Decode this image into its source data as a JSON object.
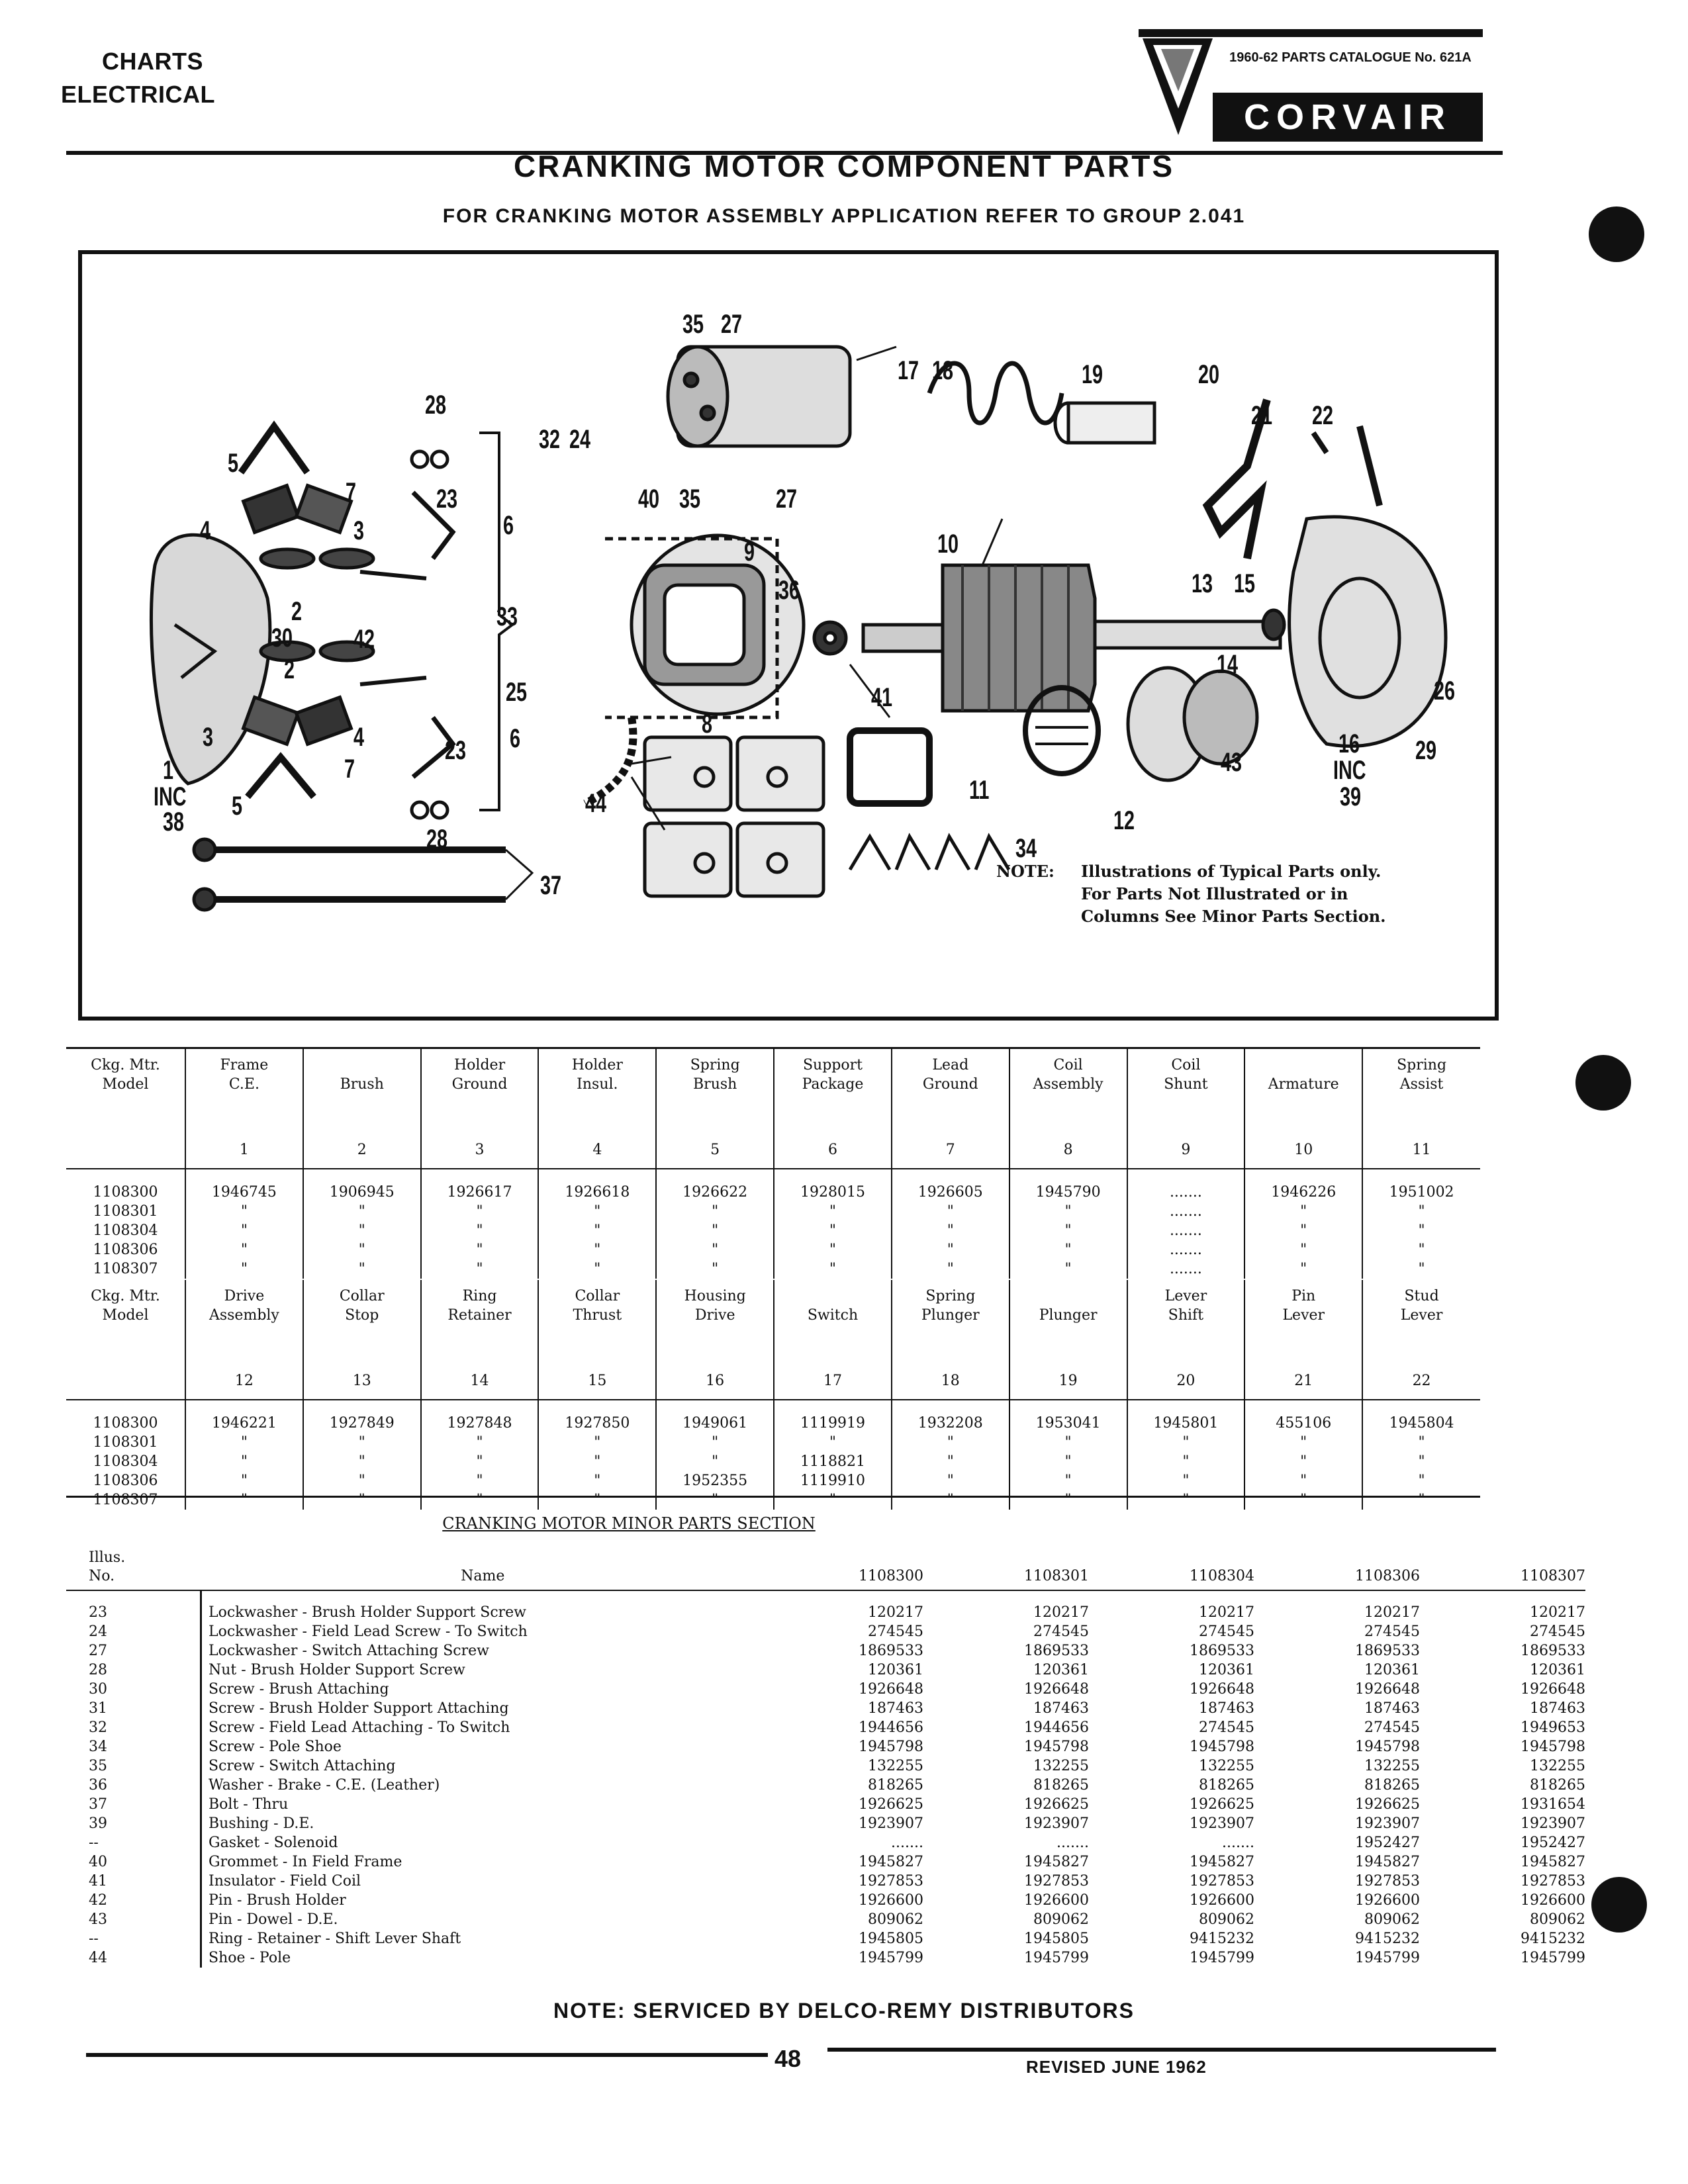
{
  "header": {
    "section_line1": "CHARTS",
    "section_line2": "ELECTRICAL",
    "catalogue": "1960-62 PARTS CATALOGUE No. 621A",
    "brand": "CORVAIR"
  },
  "title": "CRANKING MOTOR COMPONENT PARTS",
  "subtitle": "FOR CRANKING MOTOR ASSEMBLY APPLICATION REFER TO GROUP 2.041",
  "figure": {
    "callouts": [
      "35",
      "27",
      "17",
      "18",
      "19",
      "20",
      "21",
      "22",
      "28",
      "32",
      "24",
      "40",
      "35",
      "27",
      "5",
      "7",
      "23",
      "6",
      "9",
      "4",
      "3",
      "10",
      "36",
      "13",
      "15",
      "2",
      "30",
      "42",
      "33",
      "25",
      "14",
      "2",
      "3",
      "4",
      "8",
      "41",
      "6",
      "7",
      "23",
      "11",
      "26",
      "1",
      "INC",
      "38",
      "5",
      "28",
      "44",
      "12",
      "43",
      "16",
      "INC",
      "39",
      "29",
      "34",
      "37"
    ],
    "note_label": "NOTE:",
    "note_lines": [
      "Illustrations of Typical Parts only.",
      "For Parts Not Illustrated or in",
      "Columns See Minor Parts Section."
    ]
  },
  "table1": {
    "model_header": [
      "Ckg. Mtr.",
      "Model"
    ],
    "columns": [
      {
        "name": [
          "Frame",
          "C.E."
        ],
        "num": "1"
      },
      {
        "name": [
          "",
          "Brush"
        ],
        "num": "2"
      },
      {
        "name": [
          "Holder",
          "Ground"
        ],
        "num": "3"
      },
      {
        "name": [
          "Holder",
          "Insul."
        ],
        "num": "4"
      },
      {
        "name": [
          "Spring",
          "Brush"
        ],
        "num": "5"
      },
      {
        "name": [
          "Support",
          "Package"
        ],
        "num": "6"
      },
      {
        "name": [
          "Lead",
          "Ground"
        ],
        "num": "7"
      },
      {
        "name": [
          "Coil",
          "Assembly"
        ],
        "num": "8"
      },
      {
        "name": [
          "Coil",
          "Shunt"
        ],
        "num": "9"
      },
      {
        "name": [
          "",
          "Armature"
        ],
        "num": "10"
      },
      {
        "name": [
          "Spring",
          "Assist"
        ],
        "num": "11"
      }
    ],
    "rows": [
      [
        "1108300",
        "1946745",
        "1906945",
        "1926617",
        "1926618",
        "1926622",
        "1928015",
        "1926605",
        "1945790",
        ".......",
        "1946226",
        "1951002"
      ],
      [
        "1108301",
        "\"",
        "\"",
        "\"",
        "\"",
        "\"",
        "\"",
        "\"",
        "\"",
        ".......",
        "\"",
        "\""
      ],
      [
        "1108304",
        "\"",
        "\"",
        "\"",
        "\"",
        "\"",
        "\"",
        "\"",
        "\"",
        ".......",
        "\"",
        "\""
      ],
      [
        "1108306",
        "\"",
        "\"",
        "\"",
        "\"",
        "\"",
        "\"",
        "\"",
        "\"",
        ".......",
        "\"",
        "\""
      ],
      [
        "1108307",
        "\"",
        "\"",
        "\"",
        "\"",
        "\"",
        "\"",
        "\"",
        "\"",
        ".......",
        "\"",
        "\""
      ]
    ]
  },
  "table2": {
    "model_header": [
      "Ckg. Mtr.",
      "Model"
    ],
    "columns": [
      {
        "name": [
          "Drive",
          "Assembly"
        ],
        "num": "12"
      },
      {
        "name": [
          "Collar",
          "Stop"
        ],
        "num": "13"
      },
      {
        "name": [
          "Ring",
          "Retainer"
        ],
        "num": "14"
      },
      {
        "name": [
          "Collar",
          "Thrust"
        ],
        "num": "15"
      },
      {
        "name": [
          "Housing",
          "Drive"
        ],
        "num": "16"
      },
      {
        "name": [
          "",
          "Switch"
        ],
        "num": "17"
      },
      {
        "name": [
          "Spring",
          "Plunger"
        ],
        "num": "18"
      },
      {
        "name": [
          "",
          "Plunger"
        ],
        "num": "19"
      },
      {
        "name": [
          "Lever",
          "Shift"
        ],
        "num": "20"
      },
      {
        "name": [
          "Pin",
          "Lever"
        ],
        "num": "21"
      },
      {
        "name": [
          "Stud",
          "Lever"
        ],
        "num": "22"
      }
    ],
    "rows": [
      [
        "1108300",
        "1946221",
        "1927849",
        "1927848",
        "1927850",
        "1949061",
        "1119919",
        "1932208",
        "1953041",
        "1945801",
        "455106",
        "1945804"
      ],
      [
        "1108301",
        "\"",
        "\"",
        "\"",
        "\"",
        "\"",
        "\"",
        "\"",
        "\"",
        "\"",
        "\"",
        "\""
      ],
      [
        "1108304",
        "\"",
        "\"",
        "\"",
        "\"",
        "\"",
        "1118821",
        "\"",
        "\"",
        "\"",
        "\"",
        "\""
      ],
      [
        "1108306",
        "\"",
        "\"",
        "\"",
        "\"",
        "1952355",
        "1119910",
        "\"",
        "\"",
        "\"",
        "\"",
        "\""
      ],
      [
        "1108307",
        "\"",
        "\"",
        "\"",
        "\"",
        "\"",
        "\"",
        "\"",
        "\"",
        "\"",
        "\"",
        "\""
      ]
    ]
  },
  "minor": {
    "title": "CRANKING MOTOR MINOR PARTS SECTION",
    "header": {
      "illus": [
        "Illus.",
        "No."
      ],
      "name": "Name",
      "models": [
        "1108300",
        "1108301",
        "1108304",
        "1108306",
        "1108307"
      ]
    },
    "rows": [
      [
        "23",
        "Lockwasher - Brush Holder Support Screw",
        "120217",
        "120217",
        "120217",
        "120217",
        "120217"
      ],
      [
        "24",
        "Lockwasher - Field Lead Screw - To Switch",
        "274545",
        "274545",
        "274545",
        "274545",
        "274545"
      ],
      [
        "27",
        "Lockwasher - Switch Attaching Screw",
        "1869533",
        "1869533",
        "1869533",
        "1869533",
        "1869533"
      ],
      [
        "28",
        "Nut - Brush Holder Support Screw",
        "120361",
        "120361",
        "120361",
        "120361",
        "120361"
      ],
      [
        "30",
        "Screw - Brush Attaching",
        "1926648",
        "1926648",
        "1926648",
        "1926648",
        "1926648"
      ],
      [
        "31",
        "Screw - Brush Holder Support Attaching",
        "187463",
        "187463",
        "187463",
        "187463",
        "187463"
      ],
      [
        "32",
        "Screw - Field Lead Attaching - To Switch",
        "1944656",
        "1944656",
        "274545",
        "274545",
        "1949653"
      ],
      [
        "34",
        "Screw - Pole Shoe",
        "1945798",
        "1945798",
        "1945798",
        "1945798",
        "1945798"
      ],
      [
        "35",
        "Screw - Switch Attaching",
        "132255",
        "132255",
        "132255",
        "132255",
        "132255"
      ],
      [
        "36",
        "Washer - Brake - C.E. (Leather)",
        "818265",
        "818265",
        "818265",
        "818265",
        "818265"
      ],
      [
        "37",
        "Bolt - Thru",
        "1926625",
        "1926625",
        "1926625",
        "1926625",
        "1931654"
      ],
      [
        "39",
        "Bushing - D.E.",
        "1923907",
        "1923907",
        "1923907",
        "1923907",
        "1923907"
      ],
      [
        "--",
        "Gasket - Solenoid",
        ".......",
        ".......",
        ".......",
        "1952427",
        "1952427"
      ],
      [
        "40",
        "Grommet - In Field Frame",
        "1945827",
        "1945827",
        "1945827",
        "1945827",
        "1945827"
      ],
      [
        "41",
        "Insulator - Field Coil",
        "1927853",
        "1927853",
        "1927853",
        "1927853",
        "1927853"
      ],
      [
        "42",
        "Pin - Brush Holder",
        "1926600",
        "1926600",
        "1926600",
        "1926600",
        "1926600"
      ],
      [
        "43",
        "Pin - Dowel - D.E.",
        "809062",
        "809062",
        "809062",
        "809062",
        "809062"
      ],
      [
        "--",
        "Ring - Retainer - Shift Lever Shaft",
        "1945805",
        "1945805",
        "9415232",
        "9415232",
        "9415232"
      ],
      [
        "44",
        "Shoe - Pole",
        "1945799",
        "1945799",
        "1945799",
        "1945799",
        "1945799"
      ]
    ]
  },
  "footer": {
    "note": "NOTE: SERVICED BY DELCO-REMY DISTRIBUTORS",
    "page": "48",
    "revised": "REVISED JUNE 1962"
  }
}
